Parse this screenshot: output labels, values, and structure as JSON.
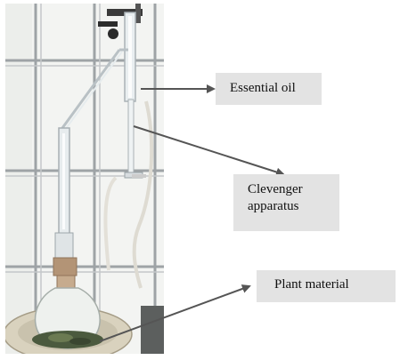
{
  "labels": {
    "essential_oil": "Essential oil",
    "clevenger_line1": "Clevenger",
    "clevenger_line2": "apparatus",
    "plant_material": "Plant material"
  },
  "colors": {
    "label_background": "#e3e3e3",
    "arrow": "#555555",
    "label_text": "#111111"
  }
}
